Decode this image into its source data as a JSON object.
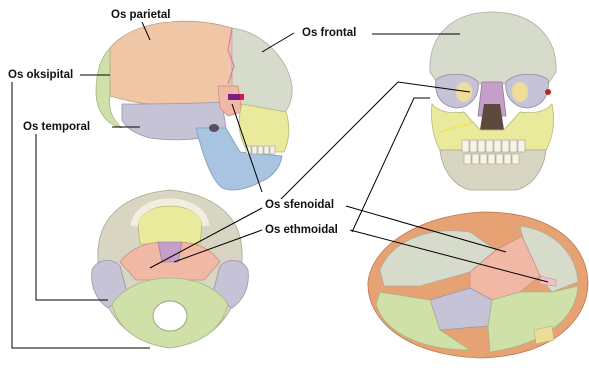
{
  "labels": {
    "parietal": "Os parietal",
    "frontal": "Os frontal",
    "oksipital": "Os oksipital",
    "temporal": "Os temporal",
    "sfenoidal": "Os sfenoidal",
    "ethmoidal": "Os ethmoidal"
  },
  "colors": {
    "parietal": "#efc7a6",
    "frontal": "#d6dbcb",
    "oksipital": "#cfe0a8",
    "temporal": "#c7c3d6",
    "sfenoidal": "#f1b8a6",
    "ethmoidal": "#eedc98",
    "maxilla": "#e9ea9c",
    "mandible": "#a8c4e0",
    "bone": "#d8d5c2",
    "nasal": "#c4a0c8"
  }
}
